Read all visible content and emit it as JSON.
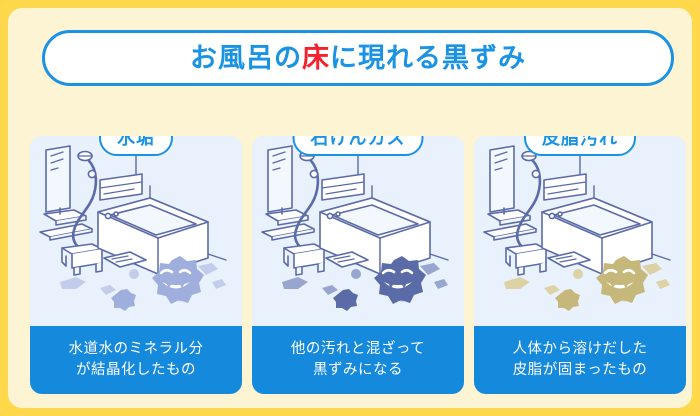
{
  "title": {
    "prefix": "お風呂の",
    "highlight": "床",
    "suffix": "に現れる黒ずみ"
  },
  "colors": {
    "outer_border": "#FFD84B",
    "page_background": "#FDF4D3",
    "accent_blue": "#1A93E4",
    "caption_band": "#1589DC",
    "panel_background": "#E9F1FD",
    "title_highlight": "#F5222D",
    "line_art": "#5B6BA8",
    "mascot_limescale": "#9FAEDC",
    "mascot_soapscum": "#5B6BA8",
    "mascot_sebum": "#C6B77A"
  },
  "panels": [
    {
      "header": "水垢",
      "caption": "水道水のミネラル分が結晶化したもの",
      "caption_line1": "水道水のミネラル分",
      "caption_line2": "が結晶化したもの",
      "stain_color": "#9FAEDC",
      "stain_color_light": "#C3CDEB"
    },
    {
      "header": "石けんカス",
      "caption": "他の汚れと混ざって黒ずみになる",
      "caption_line1": "他の汚れと混ざって",
      "caption_line2": "黒ずみになる",
      "stain_color": "#5B6BA8",
      "stain_color_light": "#97A5CF"
    },
    {
      "header": "皮脂汚れ",
      "caption": "人体から溶けだした皮脂が固まったもの",
      "caption_line1": "人体から溶けだした",
      "caption_line2": "皮脂が固まったもの",
      "stain_color": "#C6B77A",
      "stain_color_light": "#DCD2A4"
    }
  ],
  "illustration": {
    "name": "bathroom-scene",
    "elements": [
      "mirror",
      "shower-head",
      "shower-hose",
      "wall-shelf",
      "bathtub",
      "stool",
      "floor-stains",
      "stain-mascot"
    ]
  }
}
